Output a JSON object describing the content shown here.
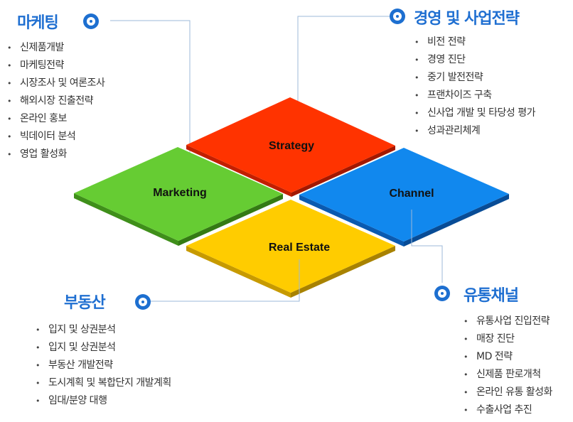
{
  "sections": {
    "marketing": {
      "title": "마케팅",
      "items": [
        "신제품개발",
        "마케팅전략",
        "시장조사 및 여론조사",
        "해외시장 진출전략",
        "온라인 홍보",
        "빅데이터 분석",
        "영업 활성화"
      ]
    },
    "strategy": {
      "title": "경영 및 사업전략",
      "items": [
        "비전 전략",
        "경영 진단",
        "중기 발전전략",
        "프랜차이즈 구축",
        "신사업 개발 및 타당성 평가",
        "성과관리체계"
      ]
    },
    "real_estate": {
      "title": "부동산",
      "items": [
        "입지 및 상권분석",
        "입지 및 상권분석",
        "부동산 개발전략",
        "도시계획 및 복합단지 개발계획",
        "임대/분양 대행"
      ]
    },
    "channel": {
      "title": "유통채널",
      "items": [
        "유통사업 진입전략",
        "매장 진단",
        "MD 전략",
        "신제품 판로개척",
        "온라인 유통 활성화",
        "수출사업 추진"
      ]
    }
  },
  "tiles": {
    "strategy": {
      "label": "Strategy",
      "color": "#ff3300",
      "side": "#c21f00"
    },
    "marketing": {
      "label": "Marketing",
      "color": "#66cc33",
      "side": "#3f8f1a"
    },
    "channel": {
      "label": "Channel",
      "color": "#1188ee",
      "side": "#0a5ab0"
    },
    "real_estate": {
      "label": "Real Estate",
      "color": "#ffcc00",
      "side": "#c79a00"
    }
  },
  "colors": {
    "accent": "#1f6fd1",
    "connector": "#9cb8d8"
  }
}
